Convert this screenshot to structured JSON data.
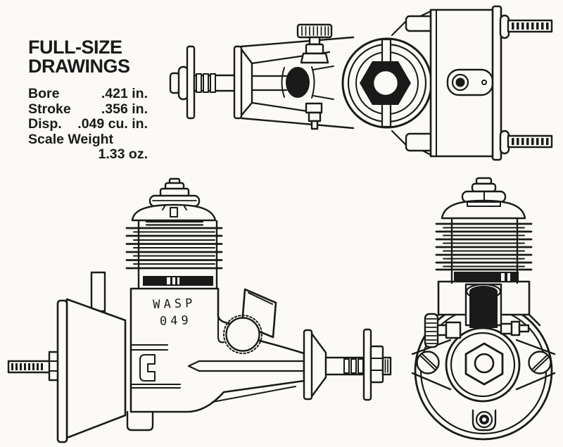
{
  "colors": {
    "ink": "#1a1a1a",
    "paper": "#fbfaf6"
  },
  "title": {
    "line1": "FULL-SIZE",
    "line2": "DRAWINGS"
  },
  "specs": [
    {
      "label": "Bore",
      "value": ".421 in."
    },
    {
      "label": "Stroke",
      "value": ".356 in."
    },
    {
      "label": "Disp.",
      "value": ".049 cu. in."
    },
    {
      "label": "Scale Weight",
      "value": ""
    },
    {
      "label": "",
      "value": "1.33 oz."
    }
  ],
  "engine_label": {
    "line1": "WASP",
    "line2": "049"
  }
}
